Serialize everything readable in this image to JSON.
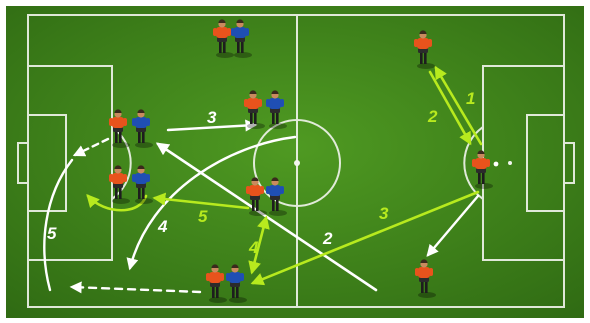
{
  "diagram": {
    "colors": {
      "pitch_dark": "#2f6a13",
      "pitch_light": "#4f9a22",
      "line": "#f2f5ee",
      "team_orange": "#e8531c",
      "team_blue": "#1f4fb4",
      "shorts": "#2b2b2b",
      "arrow_white": "#ffffff",
      "arrow_yellow": "#b7ea1e"
    },
    "labels": {
      "label_1": "1",
      "label_2_top": "2",
      "label_2_bottom": "2",
      "label_3_top": "3",
      "label_3_right": "3",
      "label_4_left": "4",
      "label_4_bottom": "4",
      "label_5_left": "5",
      "label_5_center": "5"
    }
  }
}
